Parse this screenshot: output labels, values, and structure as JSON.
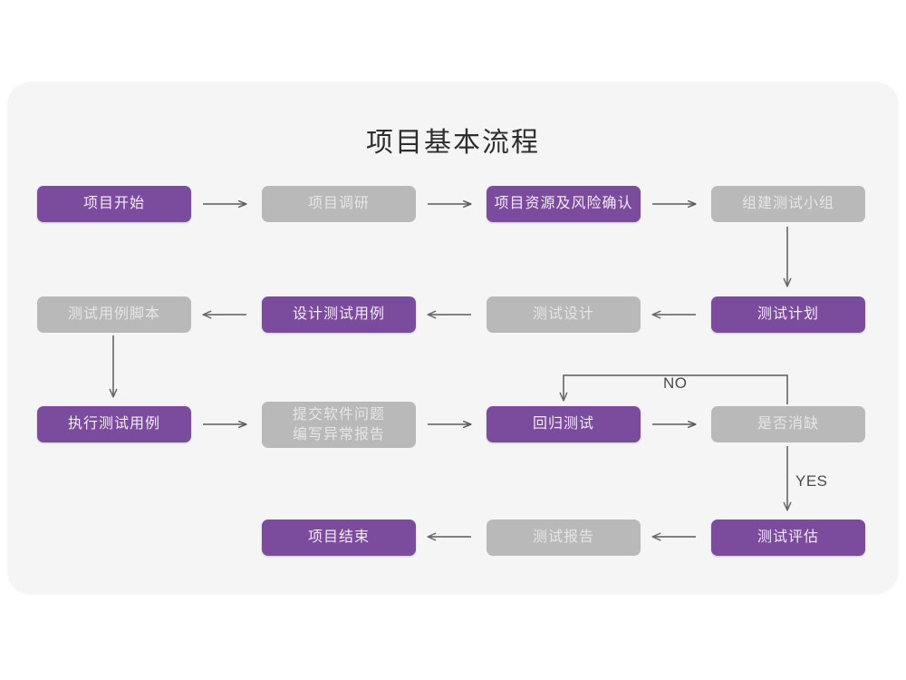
{
  "card": {
    "background_color": "#f5f5f6",
    "title": "项目基本流程"
  },
  "colors": {
    "accent_purple": "#7b4b9e",
    "muted_gray": "#b9b9b9",
    "purple_text": "#f2ecf6",
    "gray_text": "#e6e6e6",
    "arrow": "#5b5b5b",
    "title_text": "#2e2e2e",
    "page_background": "#ffffff"
  },
  "diagram": {
    "type": "flowchart",
    "title": "项目基本流程",
    "nodes": [
      {
        "id": "n1",
        "label": "项目开始",
        "style": "purple",
        "row": 1,
        "col": 1
      },
      {
        "id": "n2",
        "label": "项目调研",
        "style": "gray",
        "row": 1,
        "col": 2
      },
      {
        "id": "n3",
        "label": "项目资源及风险确认",
        "style": "purple",
        "row": 1,
        "col": 3
      },
      {
        "id": "n4",
        "label": "组建测试小组",
        "style": "gray",
        "row": 1,
        "col": 4
      },
      {
        "id": "n5",
        "label": "测试用例脚本",
        "style": "gray",
        "row": 2,
        "col": 1
      },
      {
        "id": "n6",
        "label": "设计测试用例",
        "style": "purple",
        "row": 2,
        "col": 2
      },
      {
        "id": "n7",
        "label": "测试设计",
        "style": "gray",
        "row": 2,
        "col": 3
      },
      {
        "id": "n8",
        "label": "测试计划",
        "style": "purple",
        "row": 2,
        "col": 4
      },
      {
        "id": "n9",
        "label": "执行测试用例",
        "style": "purple",
        "row": 3,
        "col": 1
      },
      {
        "id": "n10",
        "label": "提交软件问题\n编写异常报告",
        "style": "gray",
        "row": 3,
        "col": 2
      },
      {
        "id": "n11",
        "label": "回归测试",
        "style": "purple",
        "row": 3,
        "col": 3
      },
      {
        "id": "n12",
        "label": "是否消缺",
        "style": "gray",
        "row": 3,
        "col": 4
      },
      {
        "id": "n13",
        "label": "项目结束",
        "style": "purple",
        "row": 4,
        "col": 2
      },
      {
        "id": "n14",
        "label": "测试报告",
        "style": "gray",
        "row": 4,
        "col": 3
      },
      {
        "id": "n15",
        "label": "测试评估",
        "style": "purple",
        "row": 4,
        "col": 4
      }
    ],
    "edges": [
      {
        "from": "n1",
        "to": "n2",
        "direction": "right",
        "label": ""
      },
      {
        "from": "n2",
        "to": "n3",
        "direction": "right",
        "label": ""
      },
      {
        "from": "n3",
        "to": "n4",
        "direction": "right",
        "label": ""
      },
      {
        "from": "n4",
        "to": "n8",
        "direction": "down",
        "label": ""
      },
      {
        "from": "n8",
        "to": "n7",
        "direction": "left",
        "label": ""
      },
      {
        "from": "n7",
        "to": "n6",
        "direction": "left",
        "label": ""
      },
      {
        "from": "n6",
        "to": "n5",
        "direction": "left",
        "label": ""
      },
      {
        "from": "n5",
        "to": "n9",
        "direction": "down",
        "label": ""
      },
      {
        "from": "n9",
        "to": "n10",
        "direction": "right",
        "label": ""
      },
      {
        "from": "n10",
        "to": "n11",
        "direction": "right",
        "label": ""
      },
      {
        "from": "n11",
        "to": "n12",
        "direction": "right",
        "label": ""
      },
      {
        "from": "n12",
        "to": "n11",
        "direction": "loop-up-left",
        "label": "NO"
      },
      {
        "from": "n12",
        "to": "n15",
        "direction": "down",
        "label": "YES"
      },
      {
        "from": "n15",
        "to": "n14",
        "direction": "left",
        "label": ""
      },
      {
        "from": "n14",
        "to": "n13",
        "direction": "left",
        "label": ""
      }
    ],
    "edge_labels": {
      "no": "NO",
      "yes": "YES"
    }
  },
  "nodes_text": {
    "n1": "项目开始",
    "n2": "项目调研",
    "n3": "项目资源及风险确认",
    "n4": "组建测试小组",
    "n5": "测试用例脚本",
    "n6": "设计测试用例",
    "n7": "测试设计",
    "n8": "测试计划",
    "n9": "执行测试用例",
    "n10_line1": "提交软件问题",
    "n10_line2": "编写异常报告",
    "n11": "回归测试",
    "n12": "是否消缺",
    "n13": "项目结束",
    "n14": "测试报告",
    "n15": "测试评估"
  }
}
